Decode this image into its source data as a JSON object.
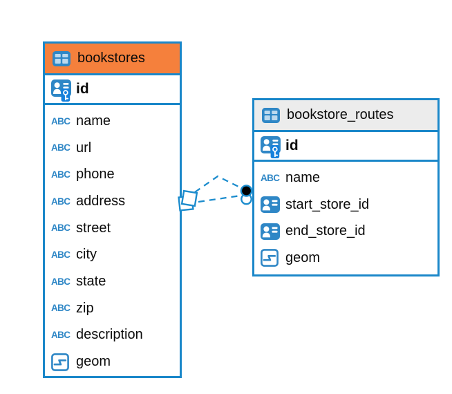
{
  "diagram": {
    "type": "entity-relationship-diagram",
    "background": "#ffffff"
  },
  "colors": {
    "accent_blue": "#1a87c9",
    "icon_blue": "#2f87c6",
    "icon_cell_blue": "#bcd9ee",
    "key_overlay_blue": "#1681dc",
    "connector_blue": "#1c8ccd",
    "header_orange": "#f5803c",
    "header_gray": "#ececec",
    "text_color": "#0b0b0b",
    "dot_marker_fill": "#000000"
  },
  "icon_glyphs": {
    "text_type_glyph": "ABC"
  },
  "tables": [
    {
      "title": "bookstores",
      "header_color": "#f5803c",
      "primary_key": {
        "name": "id",
        "icon": "primary-key-icon"
      },
      "columns": [
        {
          "name": "name",
          "icon": "text-type-icon"
        },
        {
          "name": "url",
          "icon": "text-type-icon"
        },
        {
          "name": "phone",
          "icon": "text-type-icon"
        },
        {
          "name": "address",
          "icon": "text-type-icon"
        },
        {
          "name": "street",
          "icon": "text-type-icon"
        },
        {
          "name": "city",
          "icon": "text-type-icon"
        },
        {
          "name": "state",
          "icon": "text-type-icon"
        },
        {
          "name": "zip",
          "icon": "text-type-icon"
        },
        {
          "name": "description",
          "icon": "text-type-icon"
        },
        {
          "name": "geom",
          "icon": "geometry-type-icon"
        }
      ]
    },
    {
      "title": "bookstore_routes",
      "header_color": "#ececec",
      "primary_key": {
        "name": "id",
        "icon": "primary-key-icon"
      },
      "columns": [
        {
          "name": "name",
          "icon": "text-type-icon"
        },
        {
          "name": "start_store_id",
          "icon": "foreign-key-icon"
        },
        {
          "name": "end_store_id",
          "icon": "foreign-key-icon"
        },
        {
          "name": "geom",
          "icon": "geometry-type-icon"
        }
      ]
    }
  ],
  "relationships": {
    "from_table": "bookstores",
    "to_table": "bookstore_routes",
    "line_style": "dashed",
    "line_count": 2,
    "from_marker": "diamond",
    "to_marker": "dot"
  }
}
